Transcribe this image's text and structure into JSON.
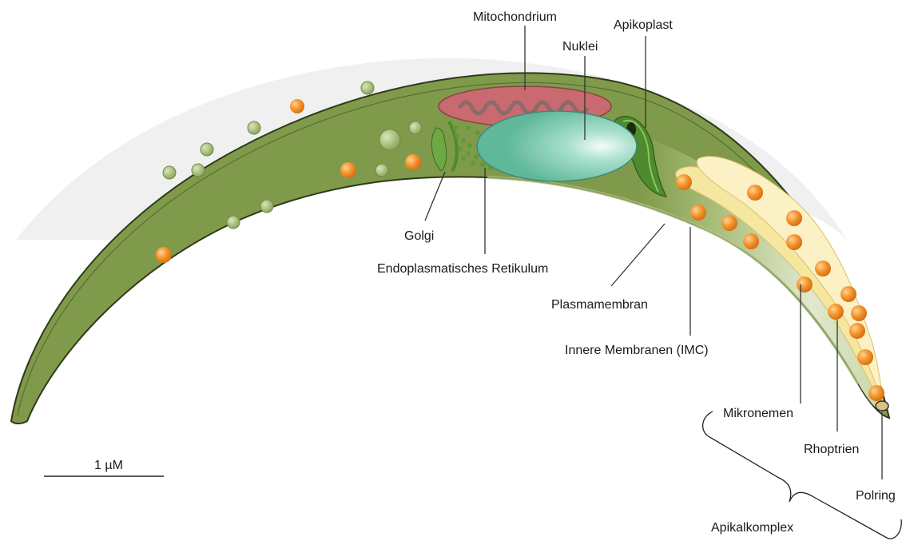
{
  "labels": {
    "mitochondrium": "Mitochondrium",
    "apikoplast": "Apikoplast",
    "nuklei": "Nuklei",
    "golgi": "Golgi",
    "er": "Endoplasmatisches Retikulum",
    "plasmamembran": "Plasmamembran",
    "imc": "Innere  Membranen (IMC)",
    "mikronemen": "Mikronemen",
    "rhoptrien": "Rhoptrien",
    "polring": "Polring",
    "apikalkomplex": "Apikalkomplex"
  },
  "scale_bar": {
    "label": "1 µM"
  },
  "colors": {
    "cytoplasm": "#7f9a4a",
    "cytoplasm_dark": "#5f7a35",
    "outline": "#2f3a1a",
    "mitochondrium": "#c96a70",
    "nucleus": "#6cc2a4",
    "golgi": "#6ea844",
    "vesicle_orange": "#f08a24",
    "rhoptry_yellow": "#f6e7a0"
  }
}
